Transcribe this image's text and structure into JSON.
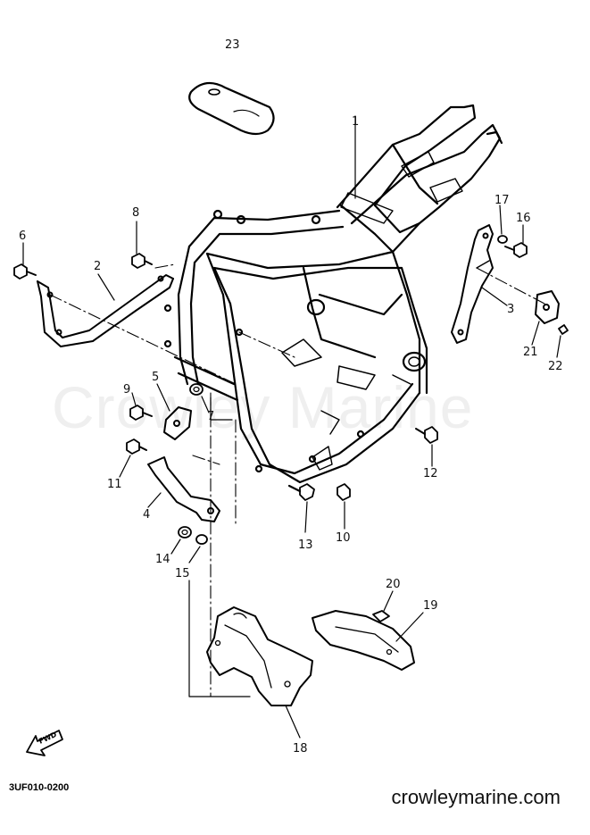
{
  "watermark": "Crowley Marine",
  "diagram_code": "3UF010-0200",
  "site_url": "crowleymarine.com",
  "fwd_label": "FWD",
  "callouts": [
    "1",
    "2",
    "3",
    "4",
    "5",
    "6",
    "7",
    "8",
    "9",
    "10",
    "11",
    "12",
    "13",
    "14",
    "15",
    "16",
    "17",
    "18",
    "19",
    "20",
    "21",
    "22",
    "23"
  ],
  "colors": {
    "line": "#000000",
    "watermark": "#efefef",
    "background": "#ffffff"
  }
}
